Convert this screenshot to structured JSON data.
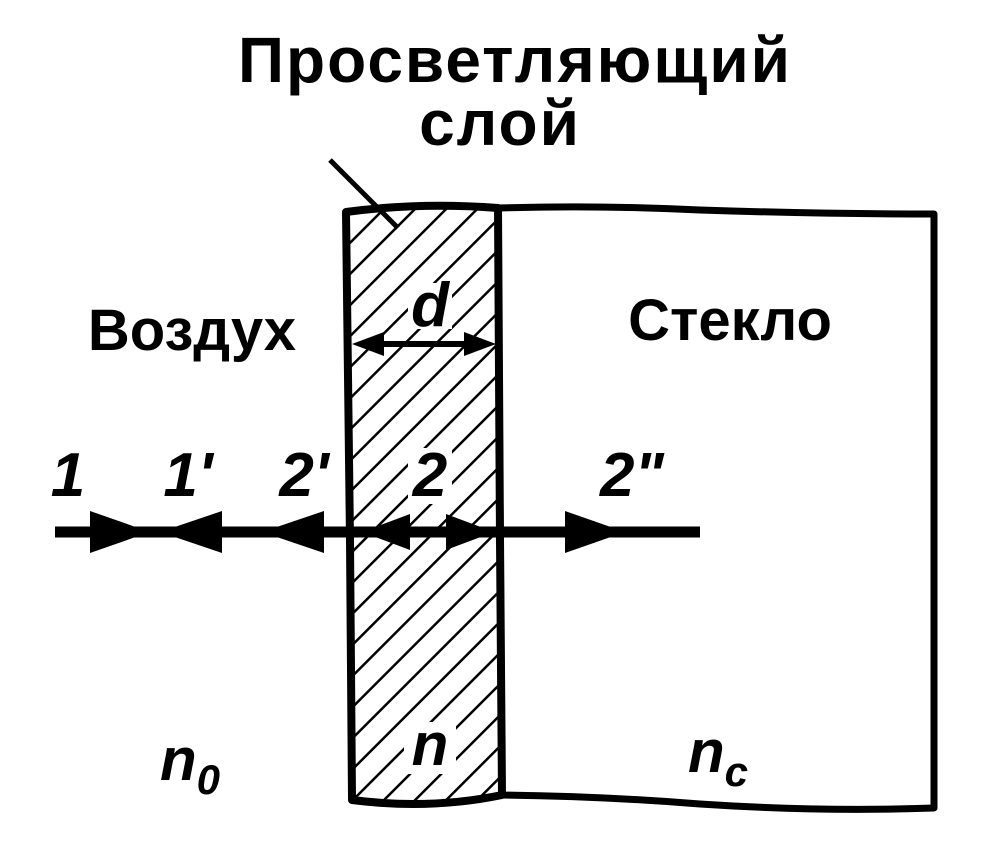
{
  "title": {
    "line1": "Просветляющий",
    "line2": "слой"
  },
  "regions": {
    "air": "Воздух",
    "glass": "Стекло"
  },
  "thickness_label": "d",
  "rays": {
    "incident": "1",
    "reflected_1": "1'",
    "reflected_2": "2'",
    "in_layer": "2",
    "transmitted": "2\""
  },
  "indices": {
    "air_n": "n",
    "air_sub": "0",
    "layer_n": "n",
    "glass_n": "n",
    "glass_sub": "c"
  },
  "colors": {
    "ink": "#000000",
    "paper": "#ffffff"
  }
}
